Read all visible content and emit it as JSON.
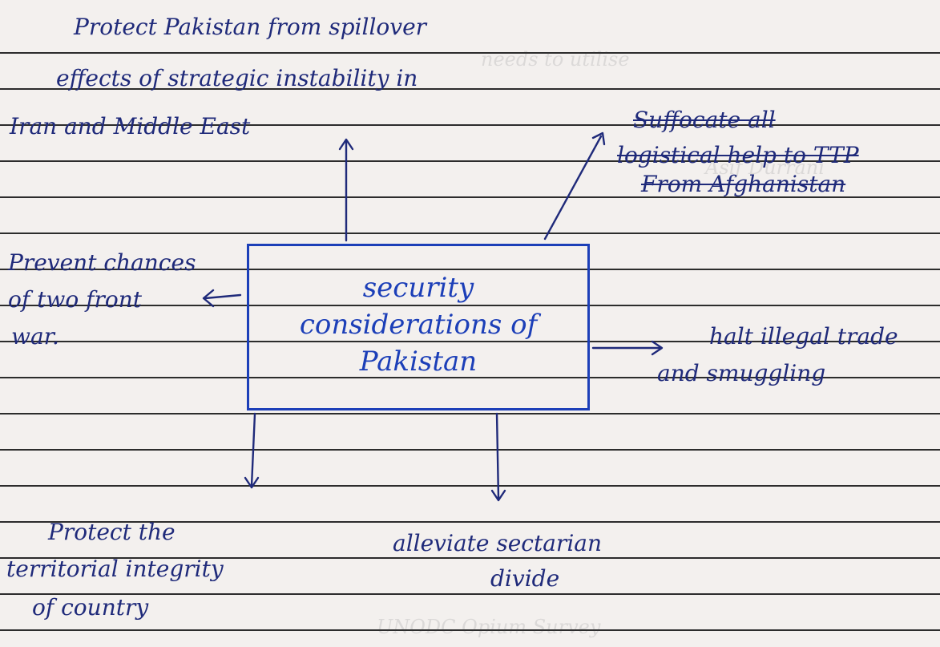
{
  "diagram": {
    "center": {
      "lines": [
        "security",
        "considerations of",
        "Pakistan"
      ]
    },
    "nodes": {
      "top_left": {
        "lines": [
          "Protect Pakistan from spillover",
          "effects of strategic instability in",
          "Iran and  Middle East"
        ]
      },
      "top_right": {
        "lines": [
          "Suffocate all",
          "logistical help to TTP",
          "From Afghanistan"
        ]
      },
      "left": {
        "lines": [
          "Prevent chances",
          "of two front",
          "war."
        ]
      },
      "right": {
        "lines": [
          "halt illegal trade",
          "and smuggling"
        ]
      },
      "bottom_left": {
        "lines": [
          "Protect the",
          "territorial integrity",
          "of country"
        ]
      },
      "bottom_center": {
        "lines": [
          "alleviate sectarian",
          "divide"
        ]
      }
    },
    "background_writing": {
      "lines": [
        "needs to utilise",
        "Asif Durrani",
        "UNODC Opium Survey"
      ]
    },
    "colors": {
      "ink": "#1f2a7a",
      "box": "#1c3fb8",
      "rules": "#2c2c2c",
      "paper": "#f3f0ee"
    }
  }
}
